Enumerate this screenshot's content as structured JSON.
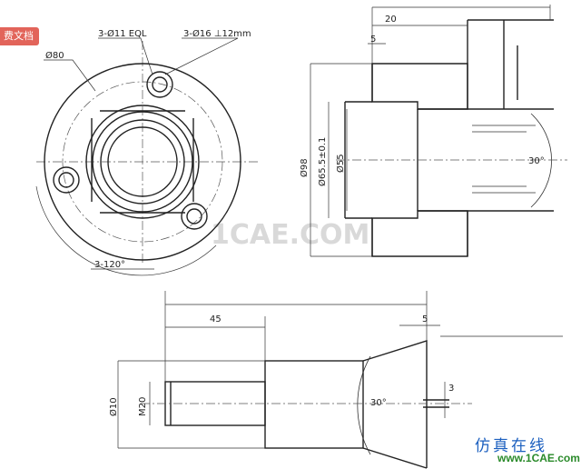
{
  "badge": "费文档",
  "watermark": "1CAE.COM",
  "brand": {
    "cn": "仿真在线",
    "url": "www.1CAE.com"
  },
  "front_view": {
    "hole_small": "3-Ø11 EQL",
    "hole_counterbore": "3-Ø16 ⊥12mm",
    "bolt_circle": "Ø80",
    "angle": "3-120°"
  },
  "section_view": {
    "length": "20",
    "step": "5",
    "outer_dia": "Ø98",
    "bore_tol": "Ø65.5±0.1",
    "bore": "Ø55",
    "angle": "30°"
  },
  "bottom_view": {
    "length": "45",
    "step": "5",
    "dia": "Ø10",
    "thread": "M20",
    "angle": "30°",
    "slot": "3"
  }
}
